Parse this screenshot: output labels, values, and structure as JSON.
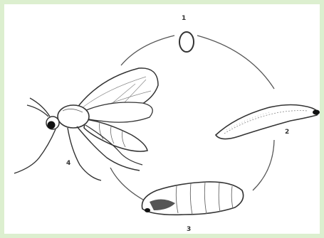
{
  "diagram": {
    "stages": [
      {
        "label": "1",
        "icon": "egg-icon"
      },
      {
        "label": "2",
        "icon": "larva-icon"
      },
      {
        "label": "3",
        "icon": "pupa-icon"
      },
      {
        "label": "4",
        "icon": "adult-fly-icon"
      }
    ]
  }
}
